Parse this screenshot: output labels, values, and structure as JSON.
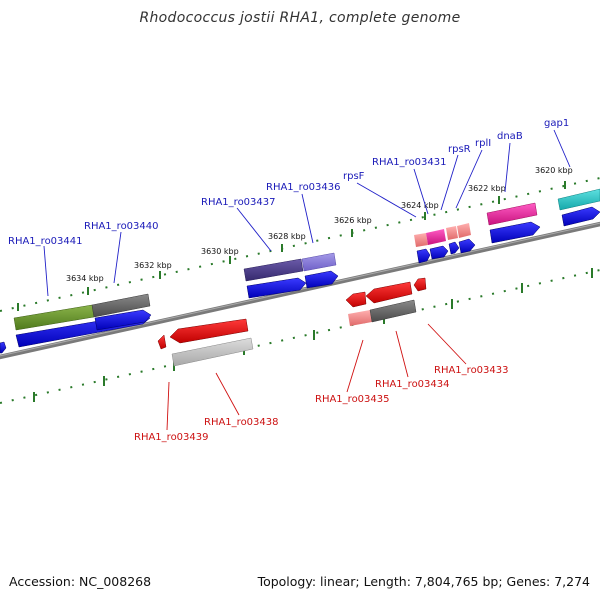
{
  "title": "Rhodococcus jostii RHA1, complete genome",
  "footer": {
    "accession": "Accession: NC_008268",
    "summary": "Topology: linear; Length: 7,804,765 bp; Genes: 7,274"
  },
  "colors": {
    "backbone": "#777777",
    "tick": "#2a7a2a",
    "label_upper": "#1a1ab8",
    "label_lower": "#cc1111",
    "arrow_upper": "#0a0ae0",
    "arrow_lower": "#ee0000"
  },
  "ticks": [
    {
      "label": "3620 kbp"
    },
    {
      "label": "3622 kbp"
    },
    {
      "label": "3624 kbp"
    },
    {
      "label": "3626 kbp"
    },
    {
      "label": "3628 kbp"
    },
    {
      "label": "3630 kbp"
    },
    {
      "label": "3632 kbp"
    },
    {
      "label": "3634 kbp"
    }
  ],
  "genes_upper": [
    {
      "label": "gap1"
    },
    {
      "label": "dnaB"
    },
    {
      "label": "rplI"
    },
    {
      "label": "rpsR"
    },
    {
      "label": "RHA1_ro03431"
    },
    {
      "label": "rpsF"
    },
    {
      "label": "RHA1_ro03436"
    },
    {
      "label": "RHA1_ro03437"
    },
    {
      "label": "RHA1_ro03440"
    },
    {
      "label": "RHA1_ro03441"
    }
  ],
  "genes_lower": [
    {
      "label": "RHA1_ro03433"
    },
    {
      "label": "RHA1_ro03434"
    },
    {
      "label": "RHA1_ro03435"
    },
    {
      "label": "RHA1_ro03438"
    },
    {
      "label": "RHA1_ro03439"
    }
  ]
}
